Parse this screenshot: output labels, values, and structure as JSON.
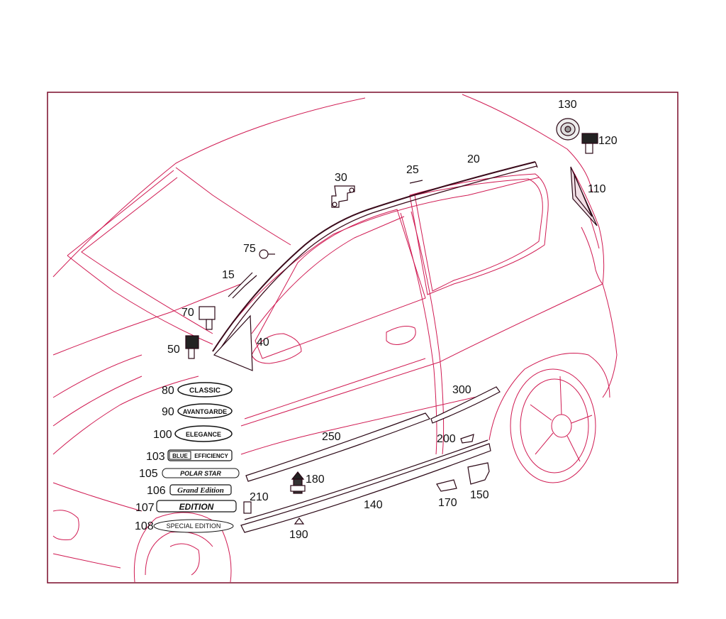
{
  "diagram": {
    "frame_color": "#7a0a28",
    "line_color": "#d01a52",
    "part_color": "#2a0614",
    "callouts": {
      "c130": "130",
      "c120": "120",
      "c110": "110",
      "c20": "20",
      "c25": "25",
      "c30": "30",
      "c75": "75",
      "c15": "15",
      "c70": "70",
      "c40": "40",
      "c50": "50",
      "c300": "300",
      "c250": "250",
      "c200": "200",
      "c180": "180",
      "c210": "210",
      "c140": "140",
      "c170": "170",
      "c150": "150",
      "c190": "190",
      "c80": "80",
      "c90": "90",
      "c100": "100",
      "c103": "103",
      "c105": "105",
      "c106": "106",
      "c107": "107",
      "c108": "108"
    },
    "badges": {
      "classic": "CLASSIC",
      "avantgarde": "AVANTGARDE",
      "elegance": "ELEGANCE",
      "blue": "BLUE",
      "efficiency": "EFFICIENCY",
      "polar_star": "POLAR STAR",
      "grand_edition": "Grand Edition",
      "edition": "EDITION",
      "special_edition": "SPECIAL EDITION"
    }
  }
}
